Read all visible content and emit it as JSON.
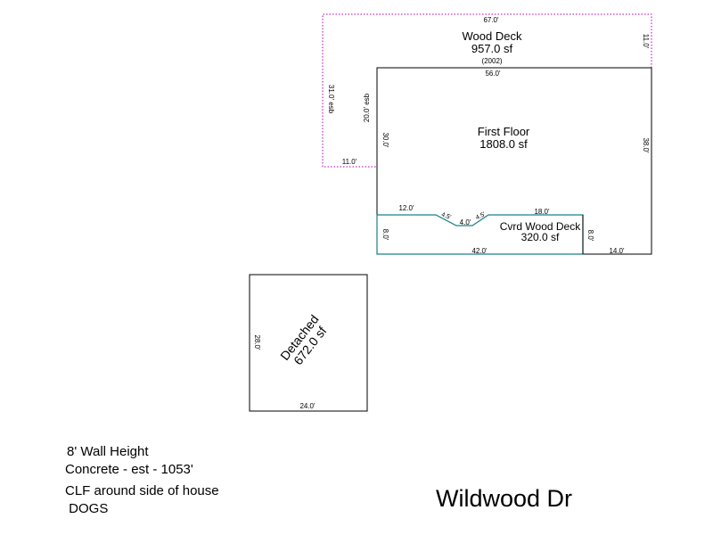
{
  "areas": {
    "wood_deck": {
      "name": "Wood Deck",
      "area": "957.0 sf",
      "year": "(2002)",
      "dims": [
        "67.0'",
        "11.0'",
        "31.0' esb",
        "11.0'",
        "20.0' esb"
      ]
    },
    "first_floor": {
      "name": "First Floor",
      "area": "1808.0 sf",
      "dims": [
        "56.0'",
        "38.0'",
        "30.0'",
        "14.0'"
      ]
    },
    "cvrd_wood_deck": {
      "name": "Cvrd Wood Deck",
      "area": "320.0 sf",
      "dims": [
        "12.0'",
        "4.5'",
        "4.0'",
        "4.5'",
        "18.0'",
        "8.0'",
        "8.0'",
        "42.0'"
      ]
    },
    "detached": {
      "name": "Detached",
      "area": "672.0 sf",
      "dims": [
        "28.0'",
        "24.0'"
      ]
    }
  },
  "notes": [
    "8' Wall Height",
    "Concrete - est - 1053'",
    "CLF around side of house",
    " DOGS"
  ],
  "street": "Wildwood Dr",
  "colors": {
    "deck_outline": "#b000b0",
    "covered_deck_outline": "#1a7f8a",
    "structure_outline": "#000000"
  }
}
